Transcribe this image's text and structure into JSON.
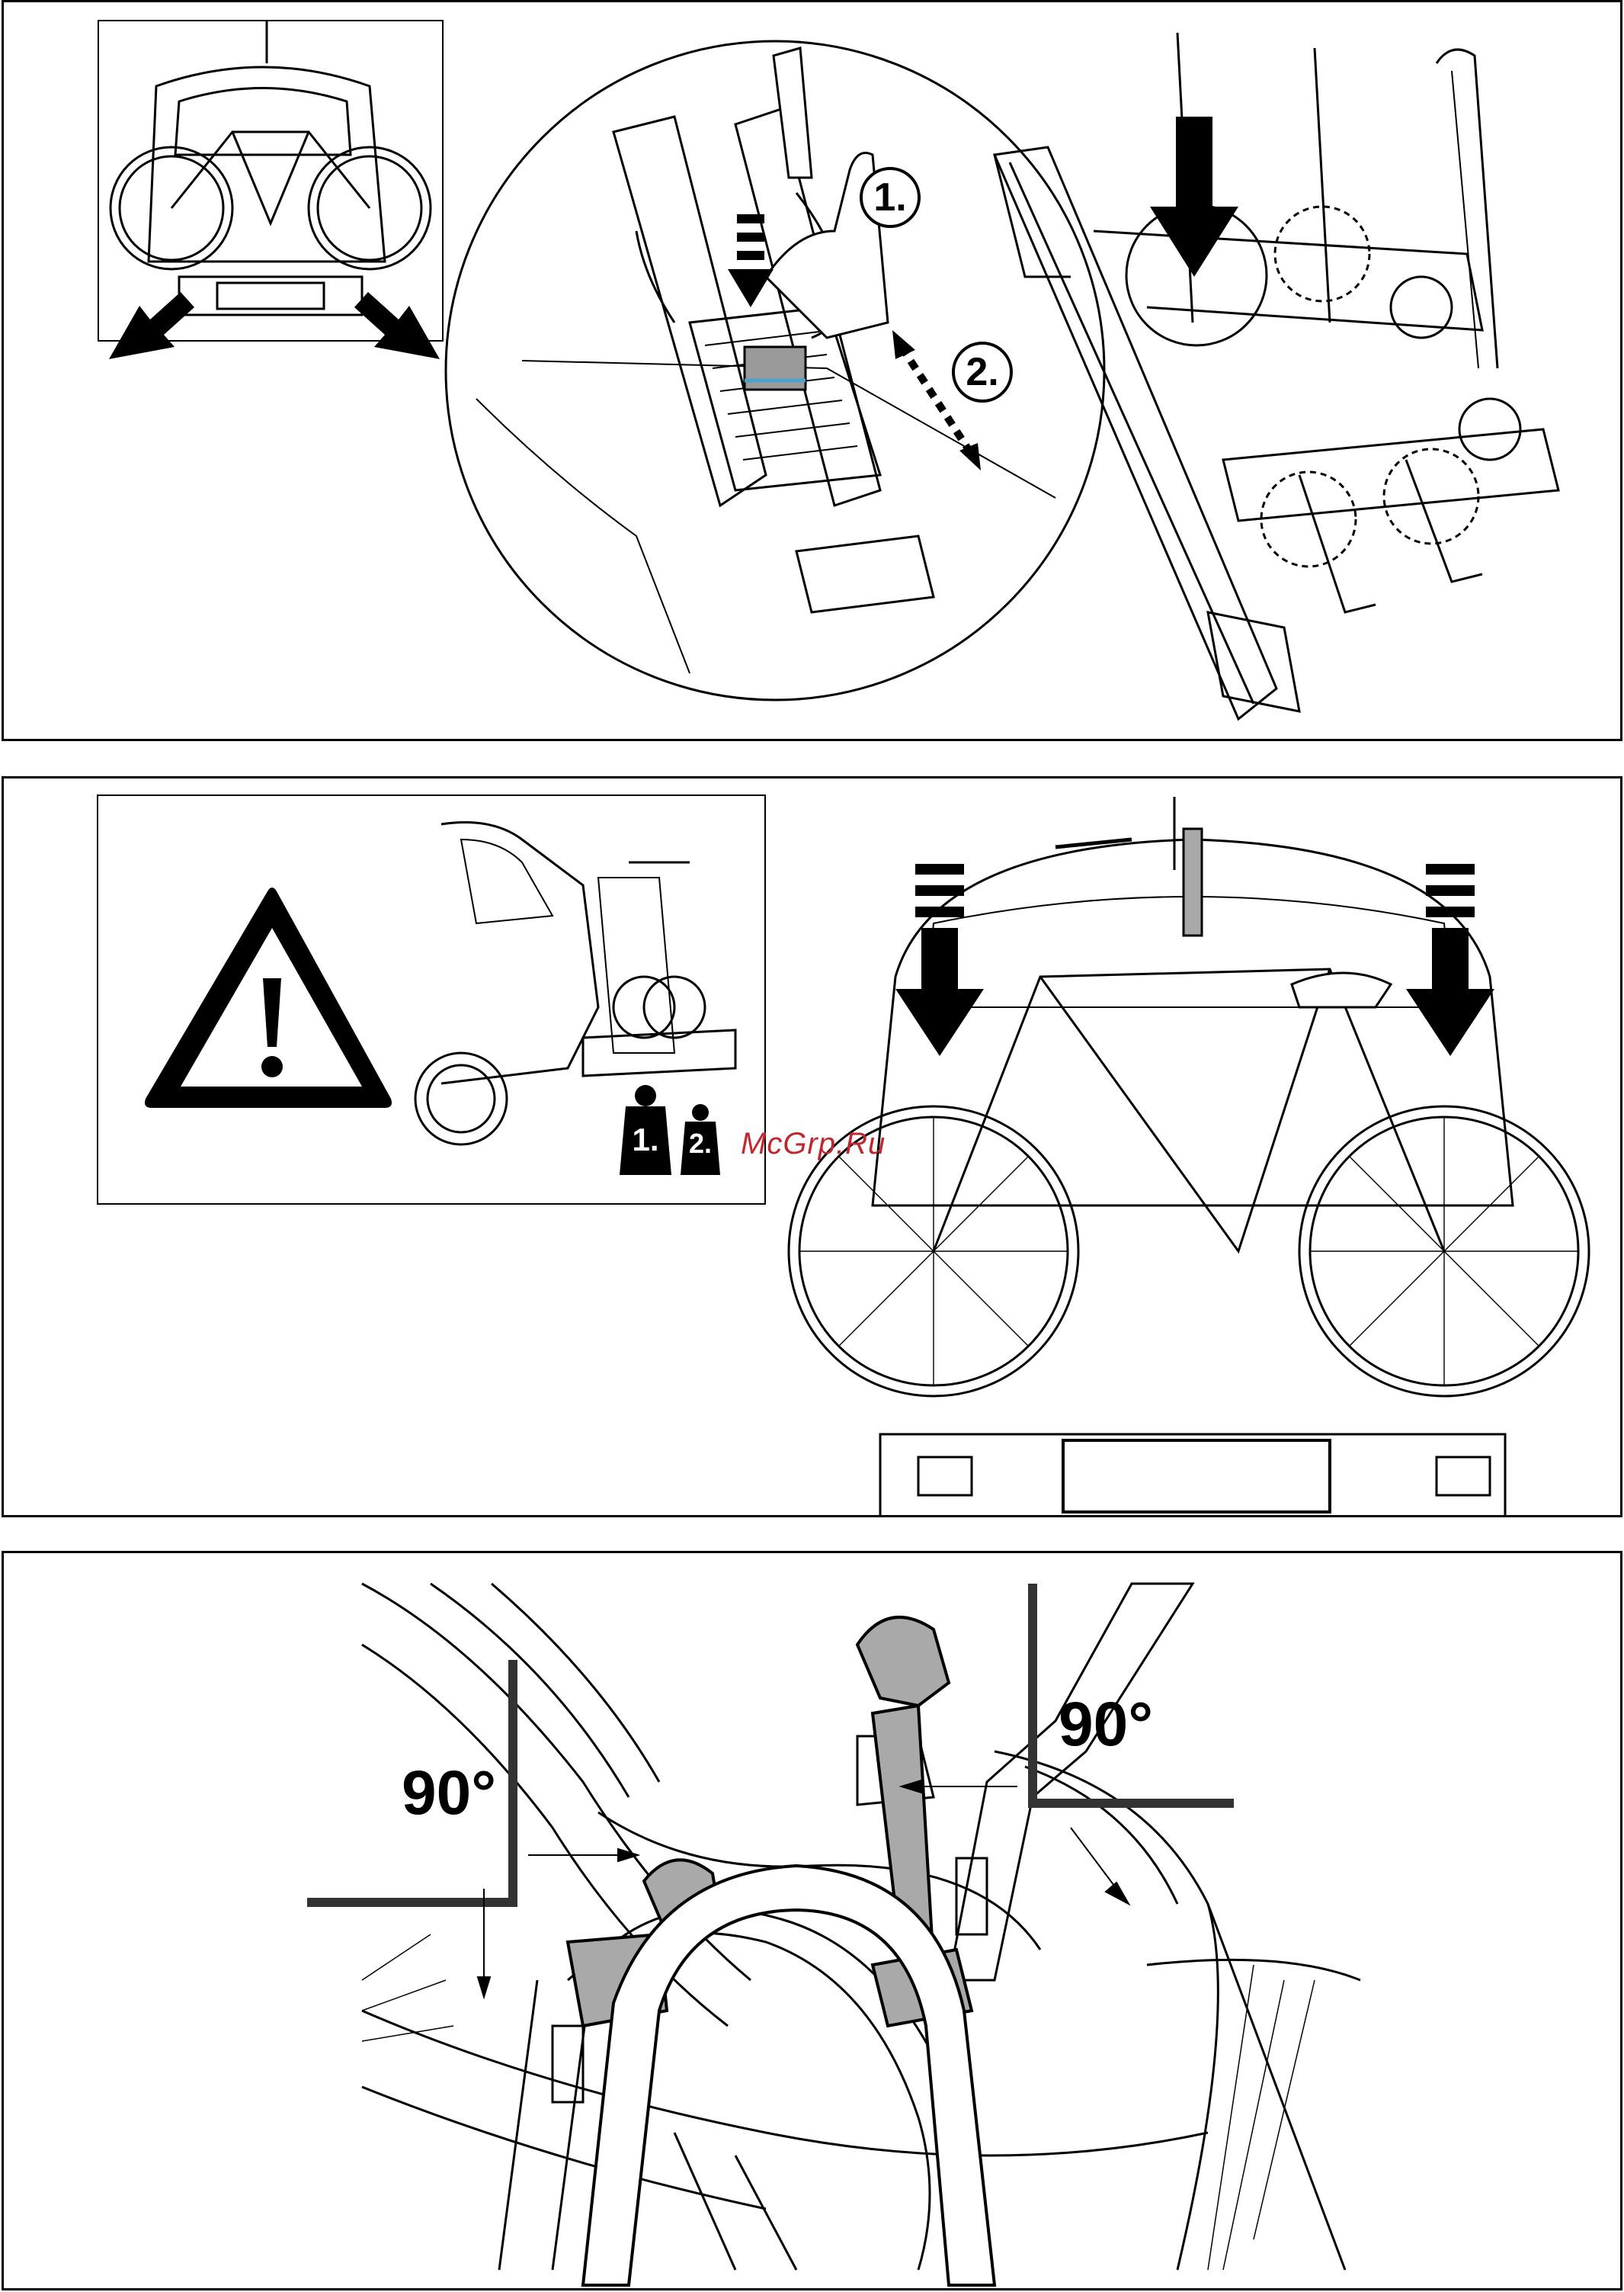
{
  "panel1": {
    "steps": [
      "1.",
      "2."
    ]
  },
  "panel2": {
    "weights": [
      "1.",
      "2."
    ],
    "icons": [
      "warning-triangle-icon",
      "weight-icon"
    ]
  },
  "panel3": {
    "angles": [
      "90°",
      "90°"
    ]
  },
  "watermark": "McGrp.Ru",
  "colors": {
    "line": "#000000",
    "grey_part": "#a9a9a9",
    "watermark": "#c0282f",
    "highlight": "#4aa3c8"
  }
}
